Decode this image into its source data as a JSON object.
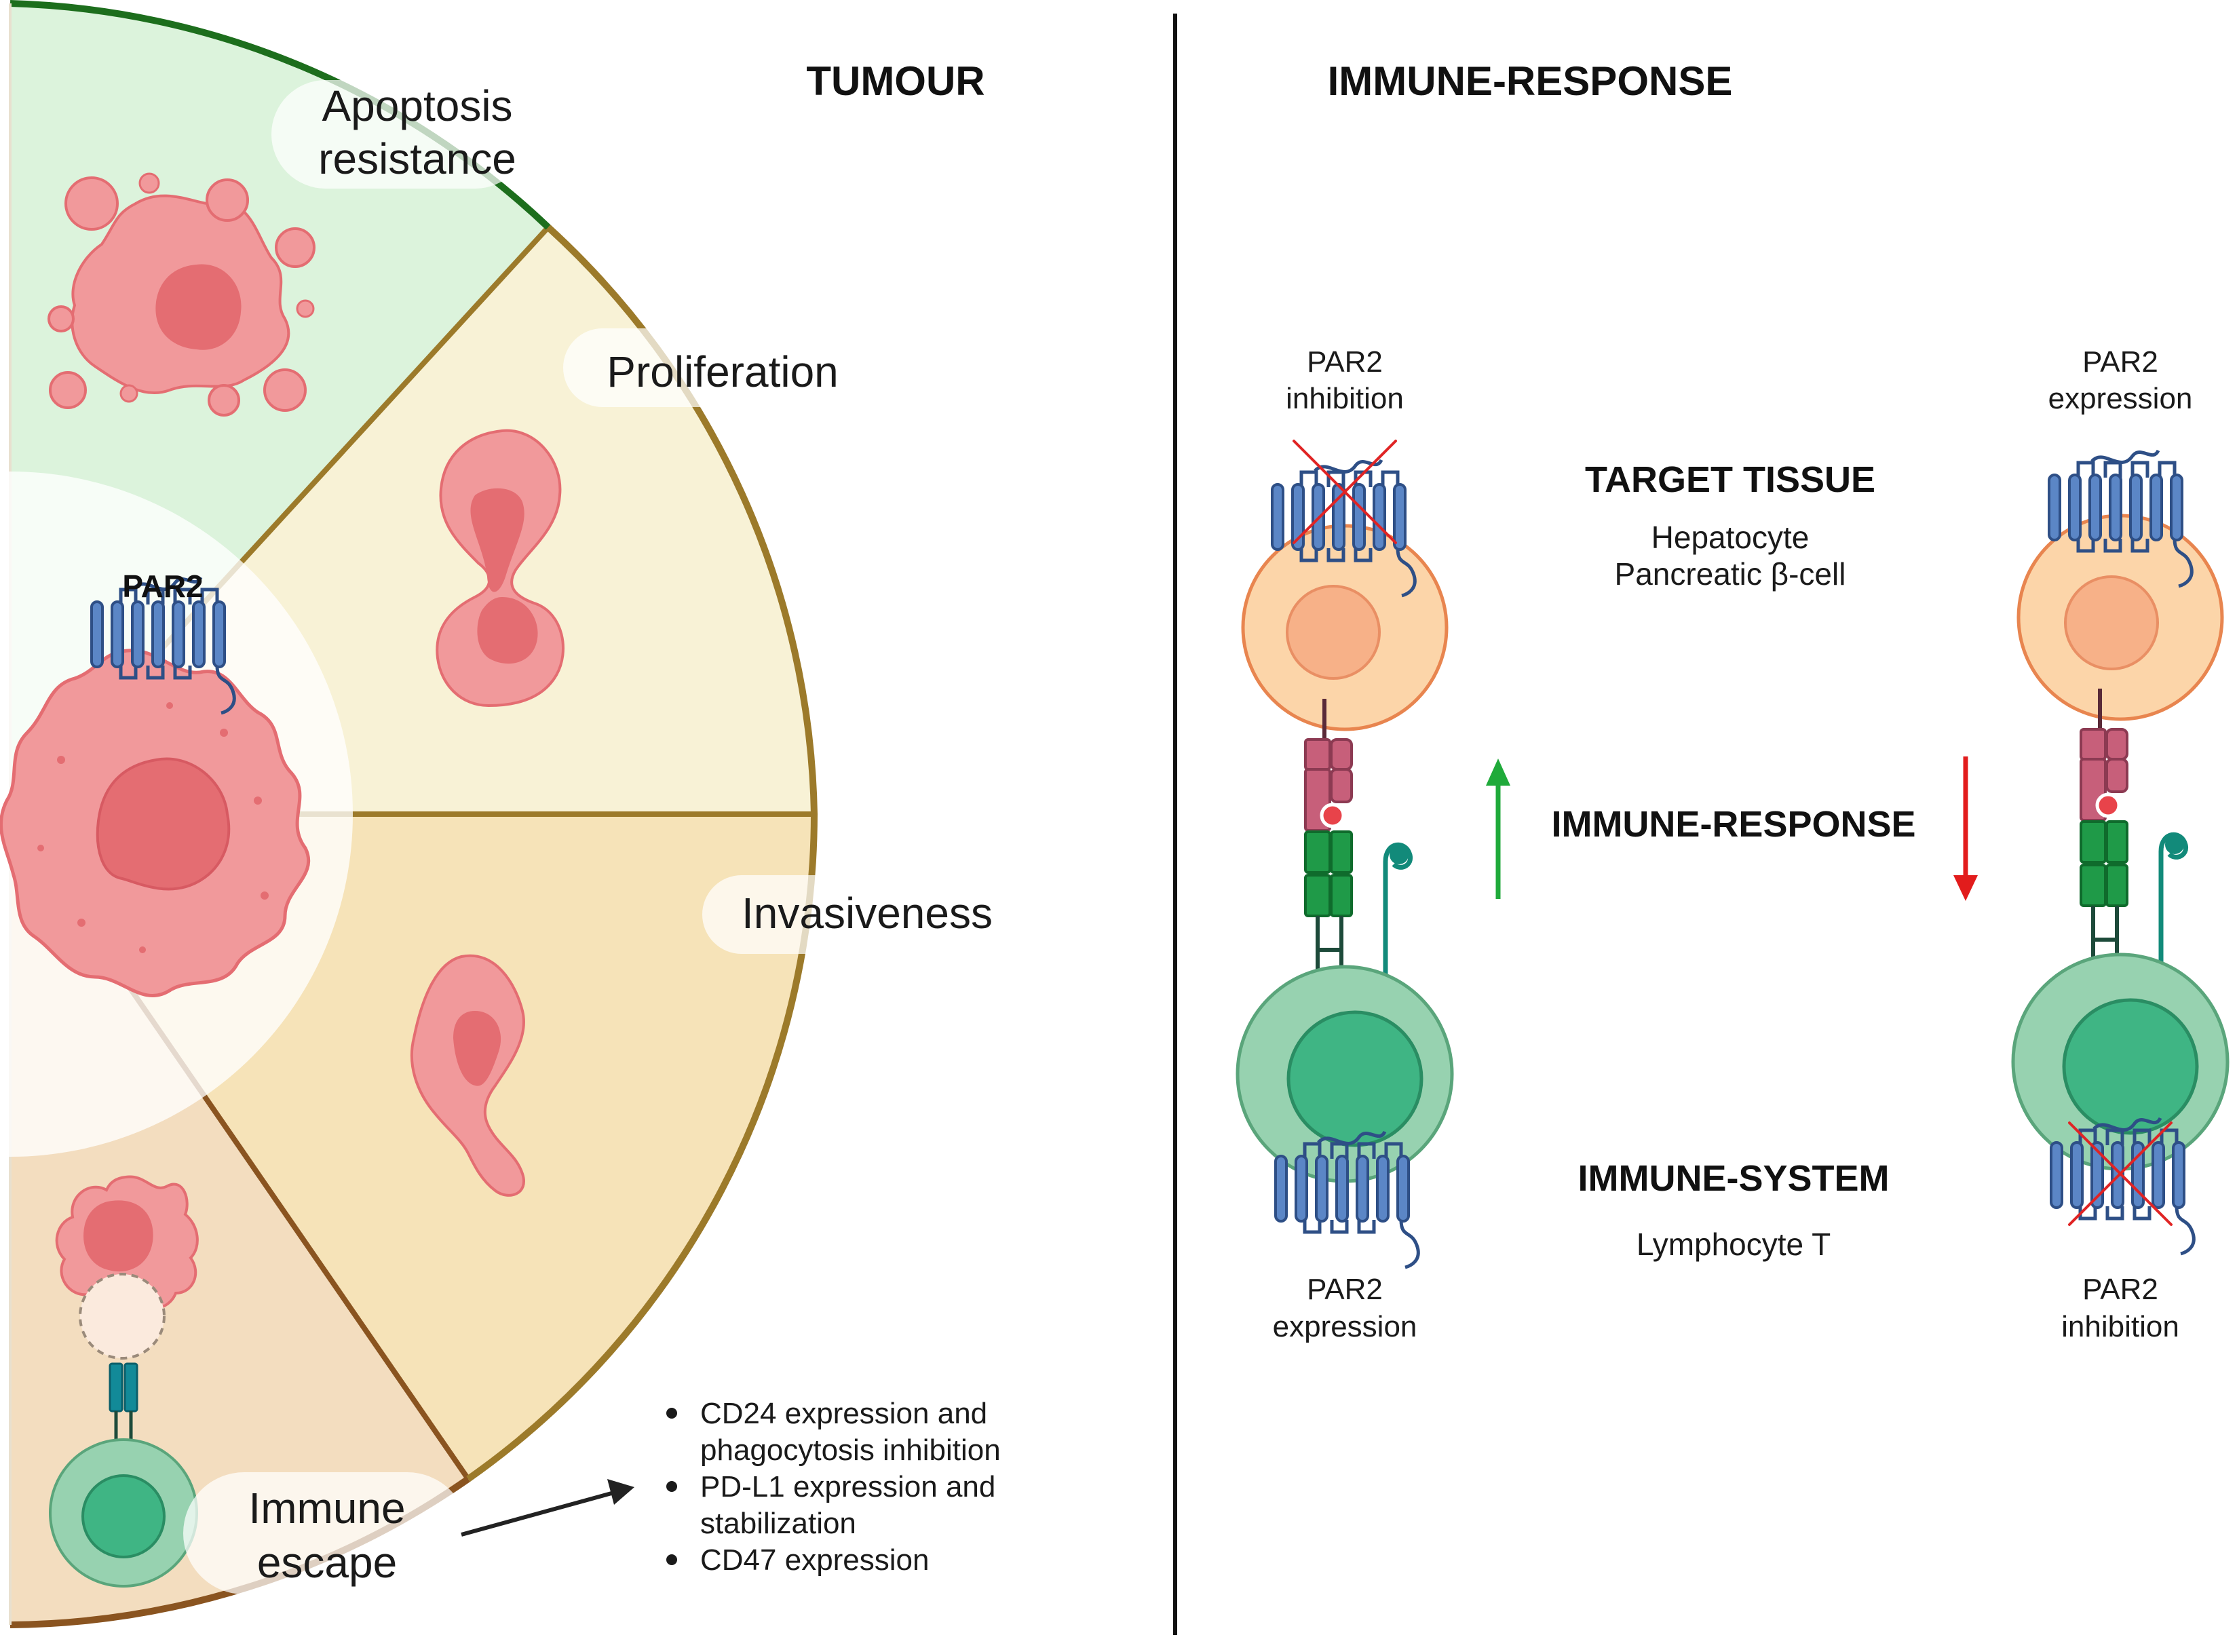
{
  "headings": {
    "tumour": "TUMOUR",
    "immune_response": "IMMUNE-RESPONSE"
  },
  "tumour": {
    "par2_label": "PAR2",
    "segments": [
      {
        "lines": [
          "Apoptosis",
          "resistance"
        ],
        "fill": "#dcf3dc",
        "edge": "#1d6e1d"
      },
      {
        "lines": [
          "Proliferation"
        ],
        "fill": "#f8f2d6",
        "edge": "#9c7a2a"
      },
      {
        "lines": [
          "Invasiveness"
        ],
        "fill": "#f6e3b8",
        "edge": "#9c7a2a"
      },
      {
        "lines": [
          "Immune",
          "escape"
        ],
        "fill": "#f3ddbf",
        "edge": "#8a5420"
      }
    ],
    "escape_mechanisms": [
      [
        "CD24 expression and",
        "phagocytosis inhibition"
      ],
      [
        "PD-L1 expression and",
        "stabilization"
      ],
      [
        "CD47 expression"
      ]
    ]
  },
  "immune_panel": {
    "left_top": [
      "PAR2",
      "inhibition"
    ],
    "left_bottom": [
      "PAR2",
      "expression"
    ],
    "right_top": [
      "PAR2",
      "expression"
    ],
    "right_bottom": [
      "PAR2",
      "inhibition"
    ],
    "target_tissue_title": "TARGET TISSUE",
    "target_tissue_cells": [
      "Hepatocyte",
      "Pancreatic β-cell"
    ],
    "immune_response_title": "IMMUNE-RESPONSE",
    "immune_system_title": "IMMUNE-SYSTEM",
    "immune_system_cell": "Lymphocyte T",
    "up_arrow_color": "#1faa3a",
    "down_arrow_color": "#e21c1c"
  },
  "colors": {
    "tumour_cell": "#f1999b",
    "tumour_nucleus": "#e46d72",
    "receptor": "#5b86c6",
    "target_cell": "#fcd5a9",
    "target_nucleus": "#f7b188",
    "t_cell": "#97d2b0",
    "t_nucleus": "#3fb584",
    "tcr": "#1f9a48",
    "mhc": "#c75f7a",
    "cross": "#e02424"
  }
}
